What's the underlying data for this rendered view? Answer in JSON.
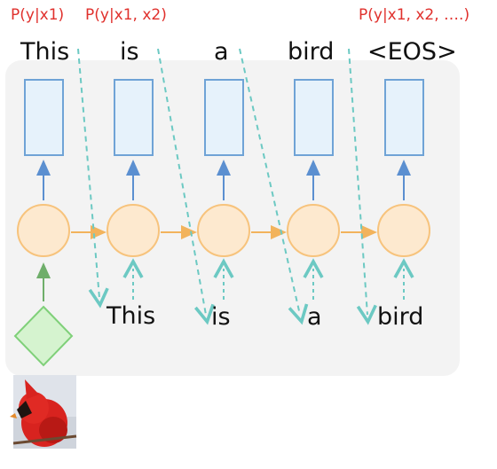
{
  "probability_labels": [
    "P(y|x1)",
    "P(y|x1, x2)",
    "P(y|x1, x2, ….)"
  ],
  "output_words": [
    "This",
    "is",
    "a",
    "bird",
    "<EOS>"
  ],
  "input_words": [
    "This",
    "is",
    "a",
    "bird"
  ],
  "image": {
    "subject": "cardinal-bird"
  },
  "colors": {
    "probability_text": "#e0302c",
    "output_box": "#e6f2fb",
    "rnn_node": "#fde9cf",
    "encoder": "#d5f3cf",
    "feedback_dash": "#6cc9c3"
  }
}
